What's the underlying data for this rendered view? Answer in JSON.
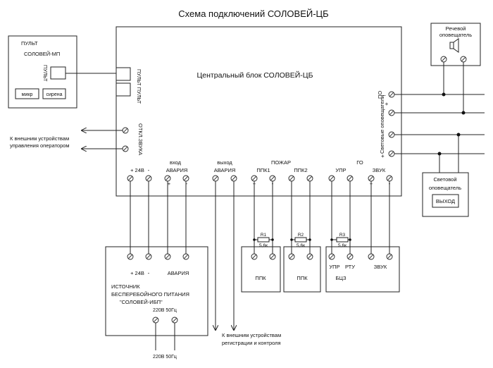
{
  "title": "Схема подключений СОЛОВЕЙ-ЦБ",
  "central": {
    "label": "Центральный блок СОЛОВЕЙ-ЦБ",
    "pult_label": "ПУЛЬТ ПУЛЬТ",
    "otkl_label": "ОТКЛ.ЗВУКА",
    "po_label": "ПО",
    "po_plus": "+",
    "po_minus": "_",
    "svet_label": "Световые оповещатели",
    "svet_plus": "+",
    "svet_minus": "_",
    "bottom": {
      "plus24": "+ 24В",
      "minus": "-",
      "vhod": "вход",
      "vhod_avaria": "АВАРИЯ",
      "plus": "+",
      "minus2": "-",
      "vyhod": "выход",
      "vyhod_avaria": "АВАРИЯ",
      "pozhar": "ПОЖАР",
      "ppk1": "ППК1",
      "ppk2": "ППК2",
      "go": "ГО",
      "upr": "УПР",
      "zvuk": "ЗВУК",
      "ppk_plus": "+",
      "ppk_minus": "-",
      "zvuk_plus": "+",
      "zvuk_minus": "-"
    }
  },
  "pult": {
    "title1": "ПУЛЬТ",
    "title2": "СОЛОВЕЙ-МП",
    "side_label": "ПУЛЬТ",
    "btn_mic": "микр",
    "btn_siren": "сирена"
  },
  "external_ops": {
    "line1": "К внешним устройствам",
    "line2": "управления оператором"
  },
  "external_reg": {
    "line1": "К внешним устройствам",
    "line2": "регистрации и контроля"
  },
  "speaker": {
    "line1": "Речевой",
    "line2": "оповещатель"
  },
  "light": {
    "line1": "Световой",
    "line2": "оповещатель",
    "button": "ВЫХОД"
  },
  "ups": {
    "plus24": "+ 24В",
    "minus": "-",
    "avaria": "АВАРИЯ",
    "line1": "ИСТОЧНИК",
    "line2": "БЕСПЕРЕБОЙНОГО ПИТАНИЯ",
    "line3": "\"СОЛОВЕЙ-ИБП\"",
    "ac_inside": "220В 50Гц",
    "ac_outside": "220В 50Гц"
  },
  "resistors": {
    "r1": "R1",
    "r1_val": "5,6к",
    "r2": "R2",
    "r2_val": "5,6к",
    "r3": "R3",
    "r3_val": "5,6к"
  },
  "ppk_box1": "ППК",
  "ppk_box2": "ППК",
  "bcz": {
    "upr": "УПР",
    "rtu": "РТУ",
    "zvuk": "ЗВУК",
    "name": "БЦЗ"
  }
}
